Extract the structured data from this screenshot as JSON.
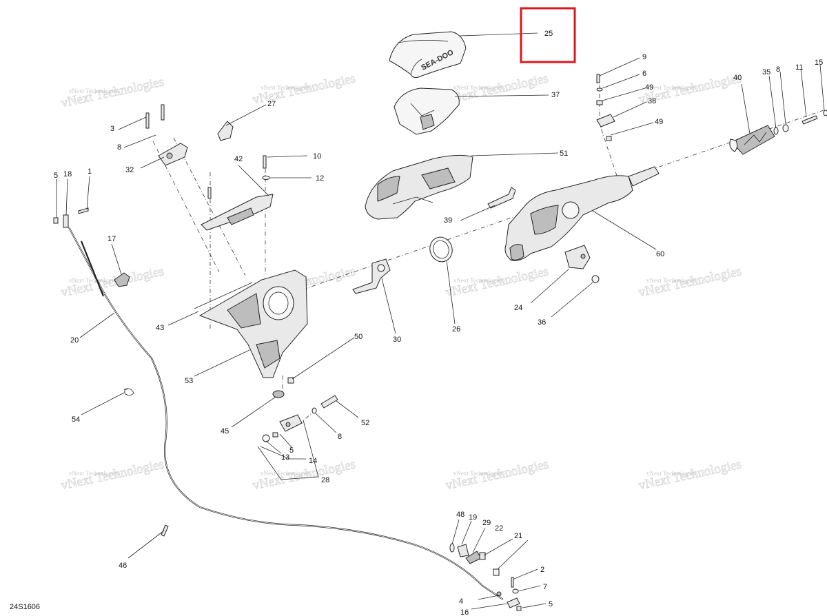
{
  "diagram": {
    "reference_code": "24S1606",
    "watermark_text": "vNext Technologies",
    "highlighted_part": "25",
    "callouts": {
      "c25": "25",
      "c9": "9",
      "c6": "6",
      "c49a": "49",
      "c38": "38",
      "c49b": "49",
      "c37": "37",
      "c51": "51",
      "c39": "39",
      "c60": "60",
      "c24": "24",
      "c36": "36",
      "c26": "26",
      "c30": "30",
      "c40": "40",
      "c35": "35",
      "c8a": "8",
      "c11": "11",
      "c15": "15",
      "c27": "27",
      "c3": "3",
      "c8b": "8",
      "c32": "32",
      "c10": "10",
      "c12": "12",
      "c42": "42",
      "c5a": "5",
      "c18": "18",
      "c1": "1",
      "c17": "17",
      "c43": "43",
      "c20": "20",
      "c50": "50",
      "c53": "53",
      "c54": "54",
      "c45": "45",
      "c52": "52",
      "c8c": "8",
      "c5b": "5",
      "c13": "13",
      "c14": "14",
      "c28": "28",
      "c46": "46",
      "c48": "48",
      "c19": "19",
      "c29": "29",
      "c22": "22",
      "c21": "21",
      "c2": "2",
      "c7": "7",
      "c4": "4",
      "c16": "16",
      "c5c": "5"
    },
    "logo_text": "SEA-DOO"
  }
}
